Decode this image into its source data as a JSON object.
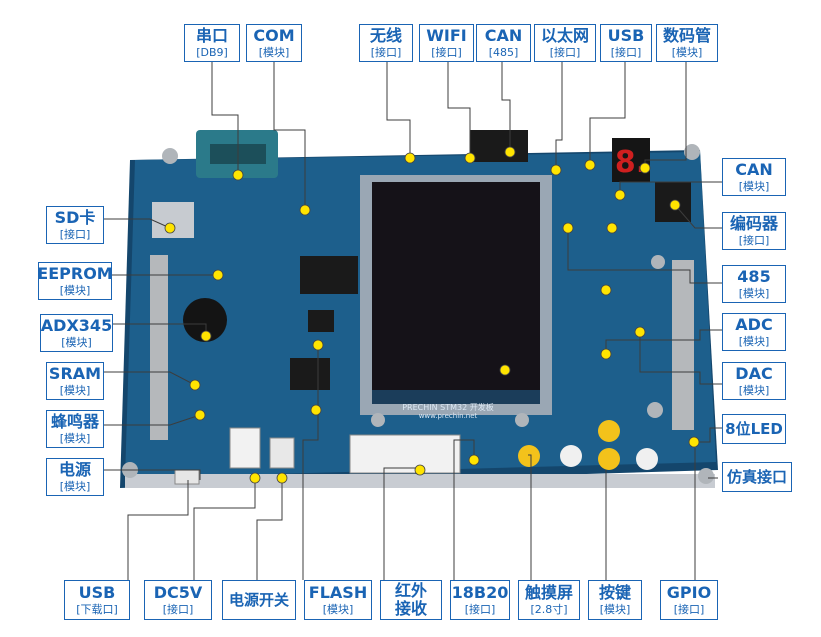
{
  "labels": {
    "serial": {
      "title": "串口",
      "sub": "[DB9]"
    },
    "com": {
      "title": "COM",
      "sub": "[模块]"
    },
    "wireless": {
      "title": "无线",
      "sub": "[接口]"
    },
    "wifi": {
      "title": "WIFI",
      "sub": "[接口]"
    },
    "can_top": {
      "title": "CAN",
      "sub": "[485]"
    },
    "ethernet": {
      "title": "以太网",
      "sub": "[接口]"
    },
    "usb_top": {
      "title": "USB",
      "sub": "[接口]"
    },
    "digit_tube": {
      "title": "数码管",
      "sub": "[模块]"
    },
    "can_right": {
      "title": "CAN",
      "sub": "[模块]"
    },
    "encoder": {
      "title": "编码器",
      "sub": "[接口]"
    },
    "rs485": {
      "title": "485",
      "sub": "[模块]"
    },
    "adc": {
      "title": "ADC",
      "sub": "[模块]"
    },
    "dac": {
      "title": "DAC",
      "sub": "[模块]"
    },
    "led8": {
      "title": "8位LED",
      "sub": ""
    },
    "emulator": {
      "title": "仿真接口",
      "sub": ""
    },
    "sdcard": {
      "title": "SD卡",
      "sub": "[接口]"
    },
    "eeprom": {
      "title": "EEPROM",
      "sub": "[模块]"
    },
    "adx345": {
      "title": "ADX345",
      "sub": "[模块]"
    },
    "sram": {
      "title": "SRAM",
      "sub": "[模块]"
    },
    "buzzer": {
      "title": "蜂鸣器",
      "sub": "[模块]"
    },
    "power": {
      "title": "电源",
      "sub": "[模块]"
    },
    "usb_download": {
      "title": "USB",
      "sub": "[下载口]"
    },
    "dc5v": {
      "title": "DC5V",
      "sub": "[接口]"
    },
    "power_switch": {
      "title": "电源开关",
      "sub": ""
    },
    "flash": {
      "title": "FLASH",
      "sub": "[模块]"
    },
    "infrared": {
      "title": "红外",
      "sub": "接收"
    },
    "ds18b20": {
      "title": "18B20",
      "sub": "[接口]"
    },
    "touchscreen": {
      "title": "触摸屏",
      "sub": "[2.8寸]"
    },
    "keys": {
      "title": "按键",
      "sub": "[模块]"
    },
    "gpio": {
      "title": "GPIO",
      "sub": "[接口]"
    }
  },
  "board": {
    "silkscreen_main": "PRECHIN STM32 开发板",
    "silkscreen_url": "www.prechin.net",
    "digit_glyph": "8."
  },
  "colors": {
    "label_blue": "#1a64b4",
    "board_blue": "#1d5f8c",
    "marker_yellow": "#ffe400"
  }
}
